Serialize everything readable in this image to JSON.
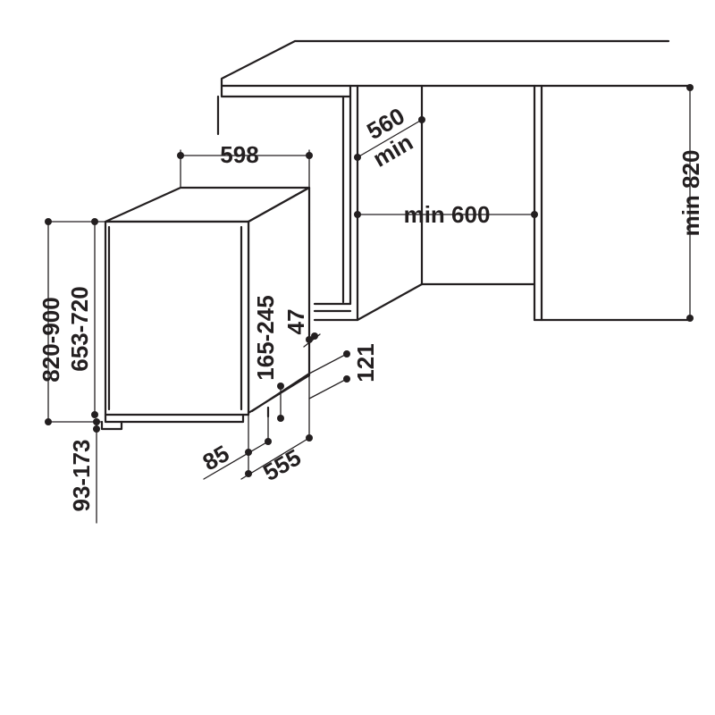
{
  "colors": {
    "line": "#231f20",
    "background": "#ffffff"
  },
  "dimensions": {
    "appliance_width": "598",
    "niche_depth_line1": "560",
    "niche_depth_line2": "min",
    "niche_width": "min 600",
    "niche_height": "min 820",
    "total_height_range": "820-900",
    "body_height_range": "653-720",
    "door_adjust_range": "165-245",
    "plinth_offset": "47",
    "plinth_height": "121",
    "foot_height_range": "93-173",
    "foot_offset": "85",
    "appliance_depth": "555"
  }
}
